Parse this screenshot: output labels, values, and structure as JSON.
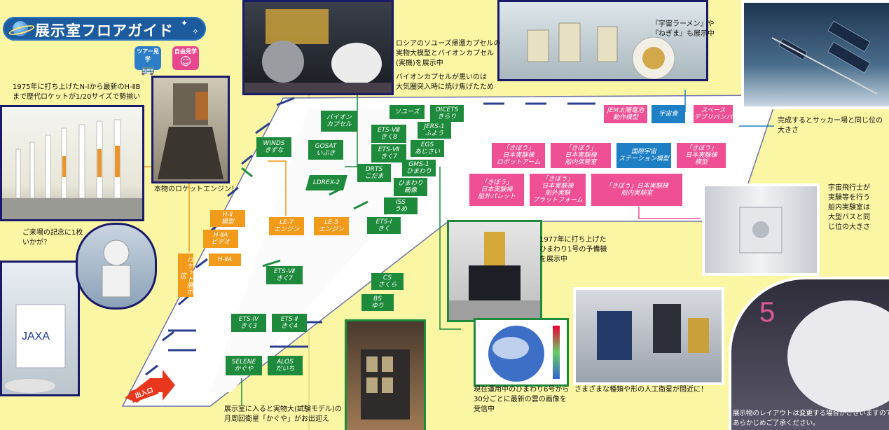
{
  "title": "展示室フロアガイド",
  "badges": {
    "tour": "ツアー見学",
    "free": "自由見学"
  },
  "captions": {
    "rockets": "1975年に打ち上げたN-Ⅰから最新のH-ⅡB\nまで歴代ロケットが1/20サイズで勢揃い",
    "engine": "本物のロケットエンジン！",
    "photo_spot": "ご来場の記念に1枚\nいかが？",
    "soyuz": "ロシアのソユーズ帰還カプセルの\n実物大模型とバイオンカプセル\n(実機)を展示中",
    "bion": "バイオンカプセルが黒いのは\n大気圏突入時に焼け焦げたため",
    "space_food": "『宇宙ラーメン』や\n『ねぎま』も展示中",
    "iss": "完成するとサッカー場と同じ位の\n大きさ",
    "kibo": "宇宙飛行士が\n実験等を行う\n船内実験室は\n大型バスと同\nじ位の大きさ",
    "himawari1": "1977年に打ち上げた\nひまわり1号の予備機\nを展示中",
    "himawari6": "現在運用中のひまわり6号から\n30分ごとに最新の雲の画像を\n受信中",
    "satellites": "さまざまな種類や形の人工衛星が間近に！",
    "kaguya": "展示室に入ると実物大(試験モデル)の\n月周回衛星「かぐや」がお出迎え",
    "notice": "展示物のレイアウトは変更する場合がございますので\nあらかじめご了承ください。"
  },
  "exit": "出入口",
  "exhibits": {
    "bion_capsule": "バイオン\nカプセル",
    "winds": "WINDS\nきずな",
    "gosat": "GOSAT\nいぶき",
    "ldrex": "LDREX-2",
    "soyuz": "ソユーズ",
    "ets8": "ETS-Ⅷ\nきく8",
    "ets7_a": "ETS-Ⅶ\nきく7",
    "drts": "DRTS\nこだま",
    "oicets": "OICETS\nきらり",
    "jers1": "JERS-1\nふよう",
    "egs": "EGS\nあじさい",
    "gms1": "GMS-1\nひまわり",
    "himawari_img": "ひまわり\n画像",
    "iss_sat": "ISS\nうめ",
    "ets1": "ETS-Ⅰ\nきく",
    "cs": "CS\nさくら",
    "bs": "BS\nゆり",
    "ets4": "ETS-Ⅳ\nきく3",
    "ets2": "ETS-Ⅱ\nきく4",
    "ets7_b": "ETS-Ⅶ\nきく7",
    "selene": "SELENE\nかぐや",
    "alos": "ALOS\nだいち",
    "h2_model": "H-Ⅱ\n模型",
    "h2a_video": "H-ⅡA\nビデオ",
    "h2a": "H-ⅡA",
    "le7": "LE-7\nエンジン",
    "le5": "LE-5\nエンジン",
    "rocket_timeline": "ロケット展示区",
    "jem_battery": "JEM太陽電池\n動作模型",
    "space_food": "宇宙食",
    "space_bag": "スペース\nデブリバンパ",
    "kibo_robot": "「きぼう」\n日本実験棟\nロボットアーム",
    "kibo_storage": "「きぼう」\n日本実験棟\n船内保管室",
    "iss_model": "国際宇宙\nステーション模型",
    "kibo_model": "「きぼう」\n日本実験棟\n模型",
    "kibo_pallet": "「きぼう」\n日本実験棟\n船外パレット",
    "kibo_platform": "「きぼう」\n日本実験棟\n船外実験\nプラットフォーム",
    "kibo_lab": "「きぼう」日本実験棟\n船内実験室"
  },
  "colors": {
    "satellite": "#1e8a3c",
    "rocket": "#f29a1a",
    "kibo": "#ee4f95",
    "highlight": "#1f7fc4",
    "background": "#fbf6a4"
  }
}
